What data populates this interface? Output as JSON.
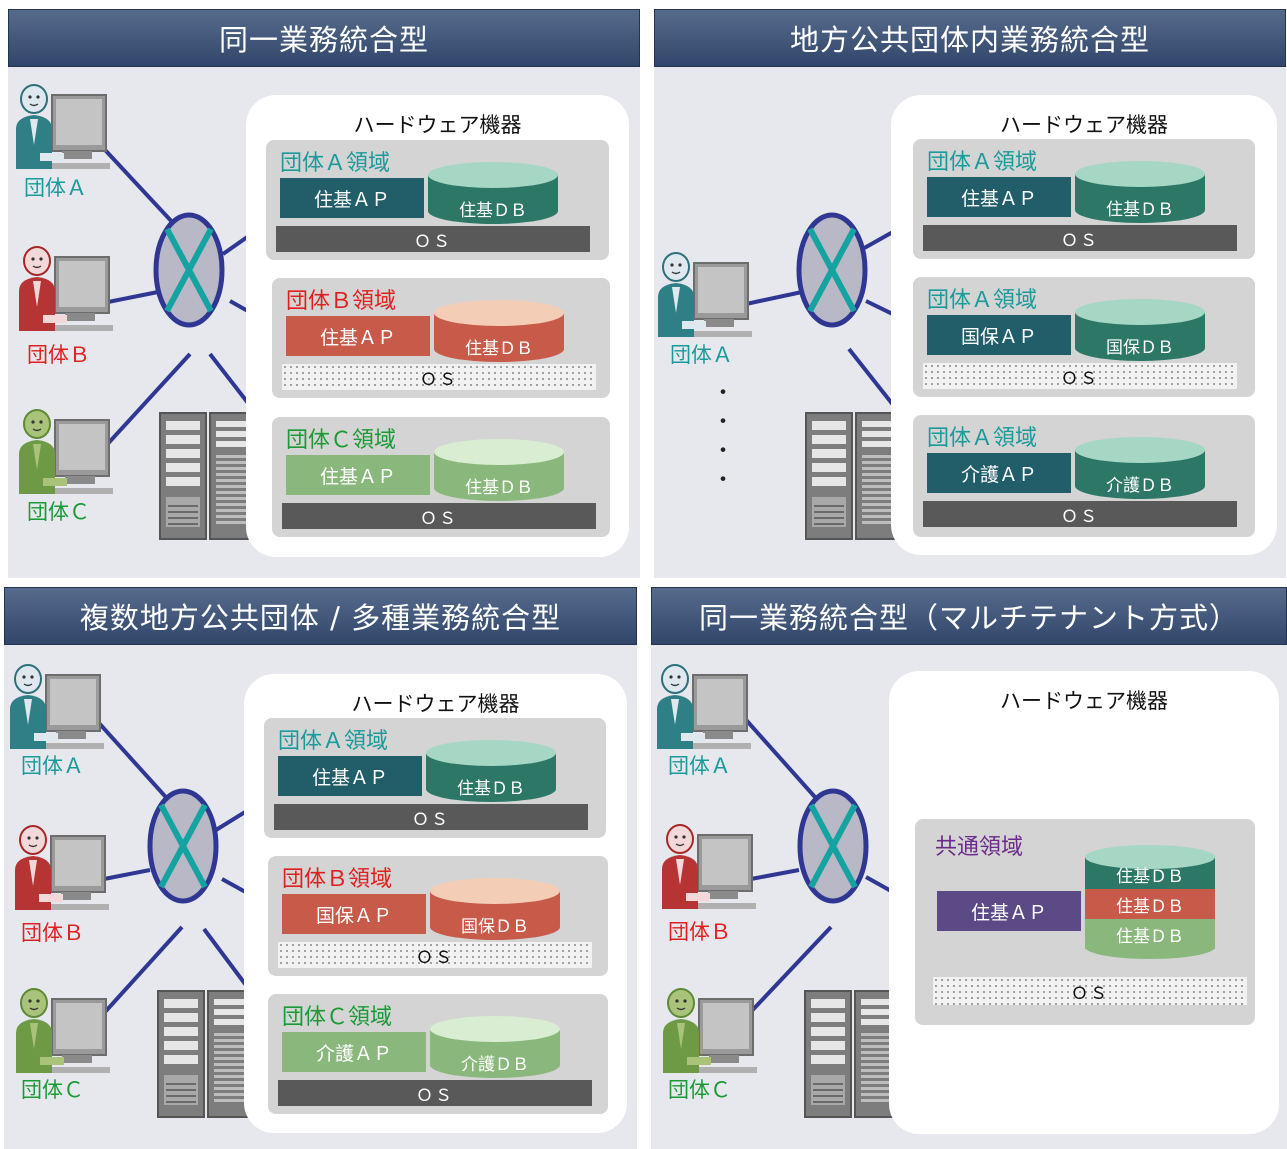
{
  "colors": {
    "teal": "#1a9a9a",
    "red": "#e02020",
    "green": "#1a9a35",
    "purple": "#6a2a8a",
    "network_ring": "#2f3793",
    "network_fill": "#b8b8c6",
    "network_cross": "#14a3a0",
    "ap_teal": "#215e6a",
    "ap_red": "#c85a4a",
    "ap_green": "#8ab87c",
    "ap_purple": "#5b4a86"
  },
  "hardware_title": "ハードウェア機器",
  "os_label": "ＯＳ",
  "panels": [
    {
      "title": "同一業務統合型",
      "users": [
        {
          "label": "団体Ａ",
          "type": "teal"
        },
        {
          "label": "団体Ｂ",
          "type": "red"
        },
        {
          "label": "団体Ｃ",
          "type": "green"
        }
      ],
      "domains": [
        {
          "label": "団体Ａ領域",
          "label_color": "teal",
          "ap": "住基ＡＰ",
          "db": "住基ＤＢ",
          "style": "teal",
          "os": "solid"
        },
        {
          "label": "団体Ｂ領域",
          "label_color": "red",
          "ap": "住基ＡＰ",
          "db": "住基ＤＢ",
          "style": "red",
          "os": "dotted"
        },
        {
          "label": "団体Ｃ領域",
          "label_color": "green",
          "ap": "住基ＡＰ",
          "db": "住基ＤＢ",
          "style": "green",
          "os": "solid"
        }
      ]
    },
    {
      "title": "地方公共団体内業務統合型",
      "users": [
        {
          "label": "団体Ａ",
          "type": "teal"
        }
      ],
      "ellipsis": "・\n・\n・\n・",
      "domains": [
        {
          "label": "団体Ａ領域",
          "label_color": "teal",
          "ap": "住基ＡＰ",
          "db": "住基ＤＢ",
          "style": "teal",
          "os": "solid"
        },
        {
          "label": "団体Ａ領域",
          "label_color": "teal",
          "ap": "国保ＡＰ",
          "db": "国保ＤＢ",
          "style": "teal",
          "os": "dotted"
        },
        {
          "label": "団体Ａ領域",
          "label_color": "teal",
          "ap": "介護ＡＰ",
          "db": "介護ＤＢ",
          "style": "teal",
          "os": "solid"
        }
      ]
    },
    {
      "title": "複数地方公共団体 / 多種業務統合型",
      "users": [
        {
          "label": "団体Ａ",
          "type": "teal"
        },
        {
          "label": "団体Ｂ",
          "type": "red"
        },
        {
          "label": "団体Ｃ",
          "type": "green"
        }
      ],
      "domains": [
        {
          "label": "団体Ａ領域",
          "label_color": "teal",
          "ap": "住基ＡＰ",
          "db": "住基ＤＢ",
          "style": "teal",
          "os": "solid"
        },
        {
          "label": "団体Ｂ領域",
          "label_color": "red",
          "ap": "国保ＡＰ",
          "db": "国保ＤＢ",
          "style": "red",
          "os": "dotted"
        },
        {
          "label": "団体Ｃ領域",
          "label_color": "green",
          "ap": "介護ＡＰ",
          "db": "介護ＤＢ",
          "style": "green",
          "os": "solid"
        }
      ]
    },
    {
      "title": "同一業務統合型（マルチテナント方式）",
      "users": [
        {
          "label": "団体Ａ",
          "type": "teal"
        },
        {
          "label": "団体Ｂ",
          "type": "red"
        },
        {
          "label": "団体Ｃ",
          "type": "green"
        }
      ],
      "common": {
        "label": "共通領域",
        "ap": "住基ＡＰ",
        "dbs": [
          "住基ＤＢ",
          "住基ＤＢ",
          "住基ＤＢ"
        ]
      }
    }
  ]
}
